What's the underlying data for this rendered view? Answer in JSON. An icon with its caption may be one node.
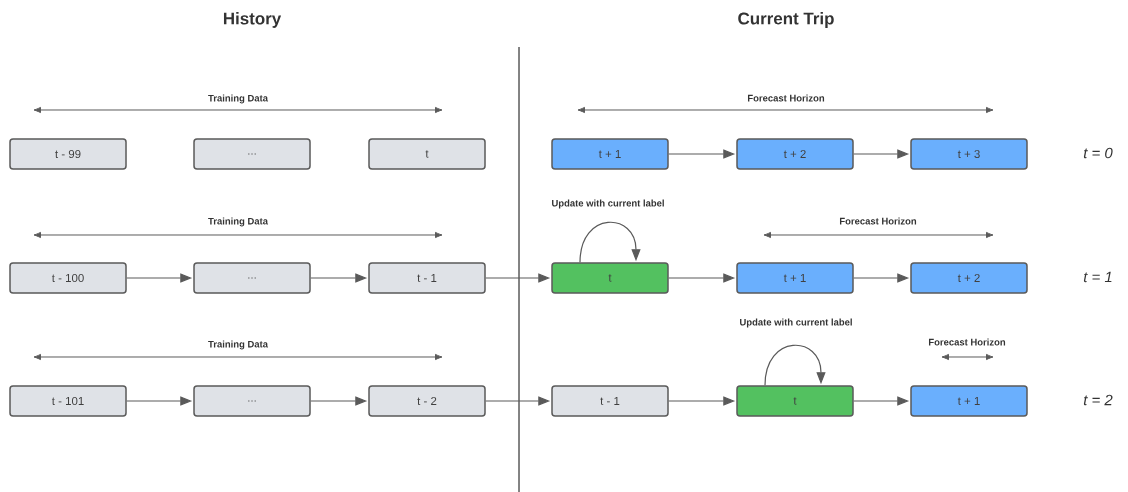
{
  "diagram": {
    "nodes": [
      {
        "text": [
          "t - 99"
        ]
      },
      {
        "text": [
          "..."
        ]
      },
      {
        "text": [
          "t"
        ]
      },
      {
        "text": [
          "t + 1"
        ]
      },
      {
        "text": [
          "t + 2"
        ]
      },
      {
        "text": [
          "t + 3"
        ]
      },
      {
        "text": [
          "t - 100"
        ]
      },
      {
        "text": [
          "..."
        ]
      },
      {
        "text": [
          "t - 1"
        ]
      },
      {
        "text": [
          "t"
        ]
      },
      {
        "text": [
          "t + 1"
        ]
      },
      {
        "text": [
          "t + 2"
        ]
      },
      {
        "text": [
          "t - 101"
        ]
      },
      {
        "text": [
          "..."
        ]
      },
      {
        "text": [
          "t - 2"
        ]
      },
      {
        "text": [
          "t  - 1"
        ]
      },
      {
        "text": [
          "t"
        ]
      },
      {
        "text": [
          "t + 1"
        ]
      }
    ],
    "edges": [
      {
        "from": 3,
        "to": 4,
        "arrow": "to"
      },
      {
        "from": 4,
        "to": 5,
        "arrow": "to"
      },
      {
        "from": 6,
        "to": 7,
        "arrow": "to"
      },
      {
        "from": 7,
        "to": 8,
        "arrow": "to"
      },
      {
        "from": 8,
        "to": 9,
        "arrow": "to"
      },
      {
        "from": 9,
        "to": 9,
        "arrow": "to",
        "label": "Update with current label"
      },
      {
        "from": 9,
        "to": 10,
        "arrow": "to"
      },
      {
        "from": 10,
        "to": 11,
        "arrow": "to"
      },
      {
        "from": 12,
        "to": 13,
        "arrow": "to"
      },
      {
        "from": 13,
        "to": 14,
        "arrow": "to"
      },
      {
        "from": 14,
        "to": 15,
        "arrow": "to"
      },
      {
        "from": 15,
        "to": 16,
        "arrow": "to"
      },
      {
        "from": 16,
        "to": 16,
        "arrow": "to",
        "label": "Update with current label"
      },
      {
        "from": 16,
        "to": 17,
        "arrow": "to"
      }
    ],
    "labels": [
      "History",
      "Current Trip",
      "Training Data",
      "Forecast Horizon",
      "t = 0",
      "Training Data",
      "Forecast Horizon",
      "t = 1",
      "Training Data",
      "Forecast Horizon",
      "t = 2"
    ]
  }
}
